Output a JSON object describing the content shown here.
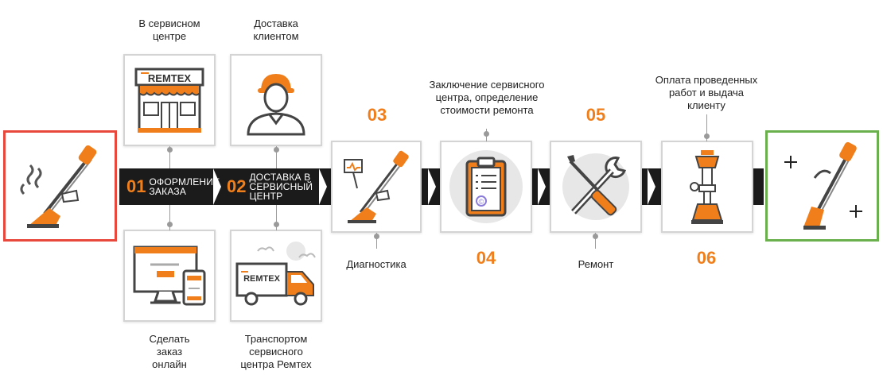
{
  "colors": {
    "accent": "#f07f1b",
    "dark": "#1b1b1b",
    "start_border": "#e8473b",
    "end_border": "#6ab04c",
    "card_border": "#d4d4d4"
  },
  "top": {
    "service_center_label": "В сервисном\nцентре",
    "delivery_label": "Доставка\nклиентом",
    "conclusion_label": "Заключение сервисного\nцентра, определение\nстоимости ремонта",
    "payment_label": "Оплата проведенных\nработ и выдача\nклиенту"
  },
  "bottom": {
    "online_label": "Сделать\nзаказ\nонлайн",
    "transport_label": "Транспортом\nсервисного\nцентра Ремтех",
    "diagnostics_label": "Диагностика",
    "repair_label": "Ремонт"
  },
  "steps": {
    "s01": {
      "num": "01",
      "text": "ОФОРМЛЕНИЕ\nЗАКАЗА"
    },
    "s02": {
      "num": "02",
      "text": "ДОСТАВКА В\nСЕРВИСНЫЙ\nЦЕНТР"
    },
    "s03": {
      "num": "03"
    },
    "s04": {
      "num": "04"
    },
    "s05": {
      "num": "05"
    },
    "s06": {
      "num": "06"
    }
  },
  "brand": {
    "logo_text": "REMTEX"
  },
  "icons": {
    "start": "broken-trimmer-icon",
    "store": "remtex-store-icon",
    "courier": "delivery-person-icon",
    "computer": "online-order-computer-icon",
    "truck": "remtex-truck-icon",
    "diagnostics": "trimmer-diagnostics-icon",
    "clipboard": "clipboard-report-icon",
    "tools": "screwdriver-wrench-icon",
    "part": "repaired-part-icon",
    "end": "fixed-trimmer-icon"
  }
}
